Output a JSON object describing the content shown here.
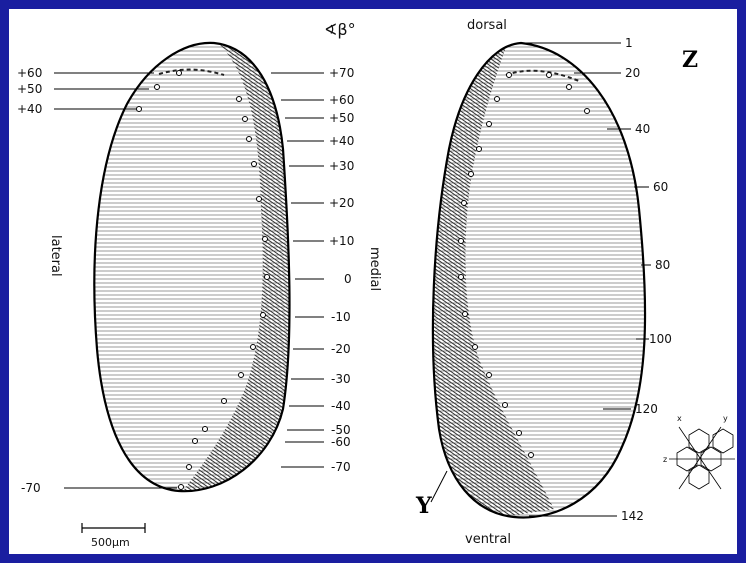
{
  "figure": {
    "angle_label": "∢β°",
    "left_eye": {
      "lateral": "lateral",
      "medial": "medial",
      "left_ticks": [
        "+60",
        "+50",
        "+40",
        "-70"
      ],
      "right_ticks": [
        "+70",
        "+60",
        "+50",
        "+40",
        "+30",
        "+20",
        "+10",
        "0",
        "-10",
        "-20",
        "-30",
        "-40",
        "-50",
        "-60",
        "-70"
      ]
    },
    "right_eye": {
      "dorsal": "dorsal",
      "ventral": "ventral",
      "ticks": [
        "1",
        "20",
        "40",
        "60",
        "80",
        "100",
        "120",
        "142"
      ],
      "z_label": "Z",
      "y_label": "Y"
    },
    "scale_bar": "500μm",
    "inset": {
      "x": "x",
      "y": "y",
      "z": "z"
    }
  }
}
